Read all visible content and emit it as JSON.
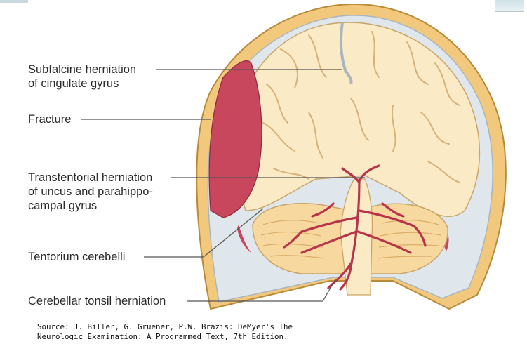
{
  "labels": [
    {
      "id": "subfalcine",
      "lines": [
        "Subfalcine herniation",
        "of cingulate gyrus"
      ]
    },
    {
      "id": "fracture",
      "lines": [
        "Fracture"
      ]
    },
    {
      "id": "transtentorial",
      "lines": [
        "Transtentorial herniation",
        "of uncus and parahippo-",
        "campal gyrus"
      ]
    },
    {
      "id": "tentorium",
      "lines": [
        "Tentorium cerebelli"
      ]
    },
    {
      "id": "tonsil",
      "lines": [
        "Cerebellar tonsil herniation"
      ]
    }
  ],
  "caption": {
    "lines": [
      "Source: J. Biller, G. Gruener, P.W. Brazis: DeMyer's The",
      "Neurologic Examination: A Programmed Text, 7th Edition."
    ]
  },
  "colors": {
    "skull": "#f2c87d",
    "skull_edge": "#b88a3a",
    "meninges": "#dfe6ec",
    "brain": "#fbeac6",
    "sulcus": "#d6b27a",
    "hematoma": "#c8475c",
    "vessel": "#b8344a",
    "leader": "#555555"
  }
}
